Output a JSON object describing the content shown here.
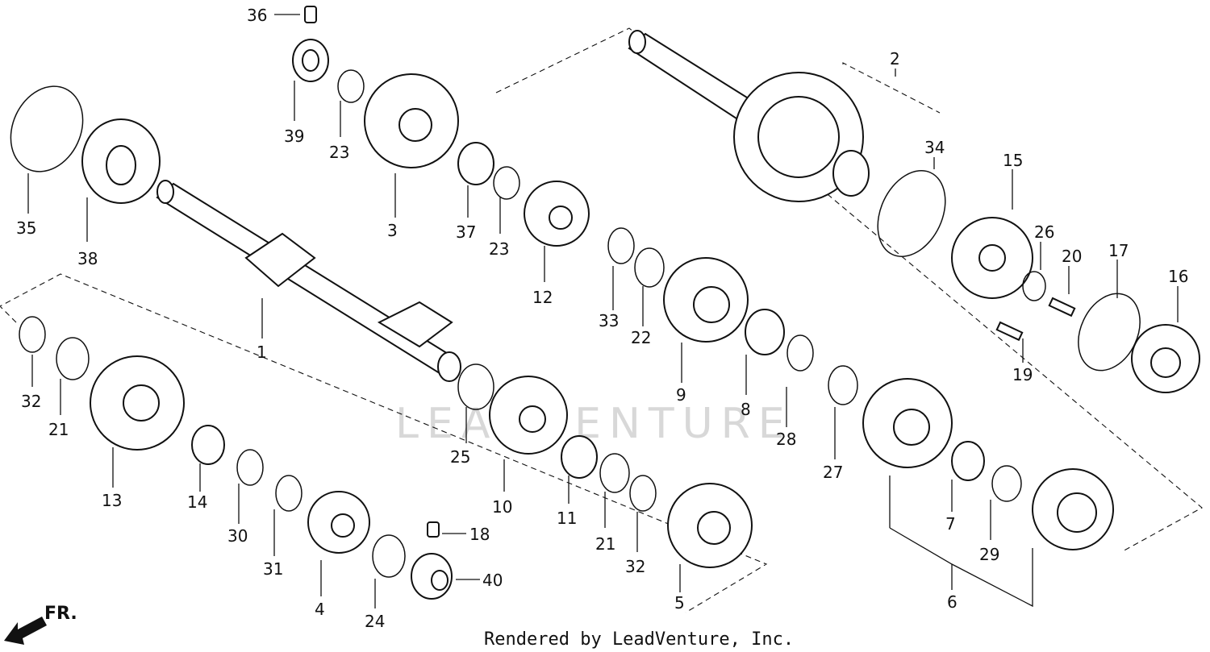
{
  "watermark": "LEADVENTURE",
  "footer": "Rendered by LeadVenture, Inc.",
  "direction_label": "FR.",
  "callouts": {
    "c1": "1",
    "c2": "2",
    "c3": "3",
    "c4": "4",
    "c5": "5",
    "c6": "6",
    "c7": "7",
    "c8": "8",
    "c9": "9",
    "c10": "10",
    "c11": "11",
    "c12": "12",
    "c13": "13",
    "c14": "14",
    "c15": "15",
    "c16": "16",
    "c17": "17",
    "c18": "18",
    "c19": "19",
    "c20": "20",
    "c21a": "21",
    "c21b": "21",
    "c22": "22",
    "c23a": "23",
    "c23b": "23",
    "c24": "24",
    "c25": "25",
    "c26": "26",
    "c27": "27",
    "c28": "28",
    "c29": "29",
    "c30": "30",
    "c31": "31",
    "c32a": "32",
    "c32b": "32",
    "c33": "33",
    "c34": "34",
    "c35": "35",
    "c36": "36",
    "c37": "37",
    "c38": "38",
    "c39": "39",
    "c40": "40"
  }
}
